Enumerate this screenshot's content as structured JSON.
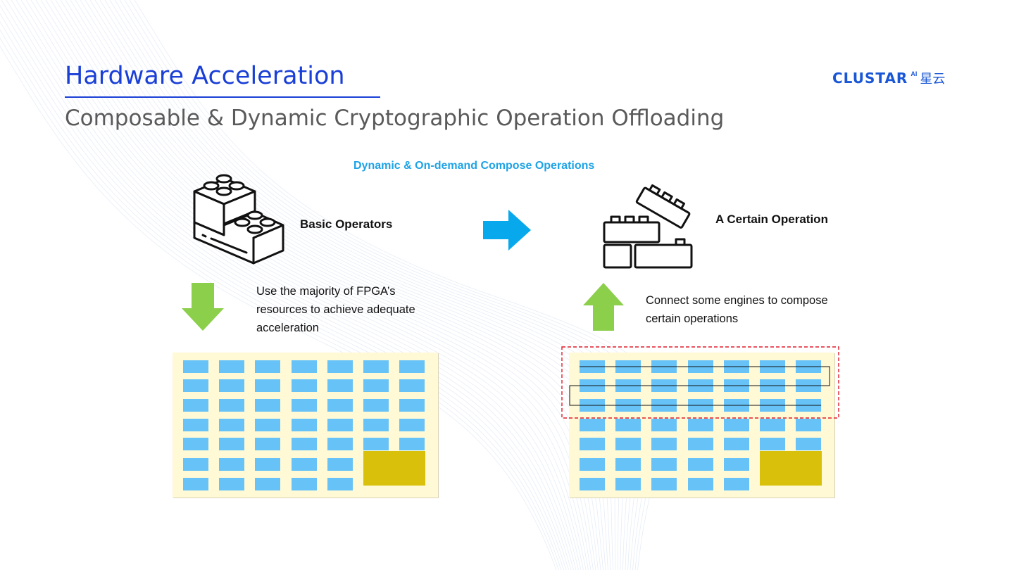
{
  "header": {
    "title": "Hardware Acceleration",
    "subtitle": "Composable & Dynamic Cryptographic Operation Offloading"
  },
  "logo": {
    "word": "CLUSTAR",
    "superscript": "AI",
    "chinese": "星云"
  },
  "diagram": {
    "center_heading": "Dynamic & On-demand Compose Operations",
    "left_label": "Basic Operators",
    "right_label": "A Certain Operation",
    "left_description": [
      "Use the majority of FPGA’s",
      "resources to achieve adequate",
      "acceleration"
    ],
    "right_description": [
      "Connect some engines to compose",
      "certain operations"
    ],
    "grid": {
      "columns": 7,
      "rows": 7,
      "last_rows_filled_columns": 5,
      "reserved_block_rows": 2,
      "reserved_block_columns": 2,
      "highlighted_rows": 3
    },
    "icons": {
      "left_bricks": "stacked-lego-bricks-icon",
      "right_bricks": "assembling-lego-bricks-icon"
    },
    "colors": {
      "engine_cell": "#67c3f7",
      "board_background": "#fff9d6",
      "reserved_block": "#d9c10b",
      "arrow_blue": "#08a9ec",
      "arrow_green": "#8ccf4a",
      "highlight_dashed": "#e11d2a",
      "title_blue": "#1a3fd6"
    }
  }
}
